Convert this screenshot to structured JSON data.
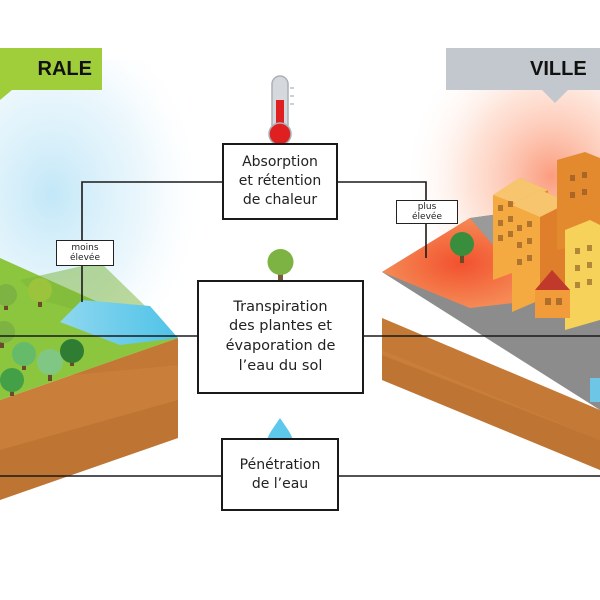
{
  "labels": {
    "rural": "RALE",
    "city": "VILLE"
  },
  "boxes": {
    "heat": "Absorption\net rétention\nde chaleur",
    "transpiration": "Transpiration\ndes plantes et\névaporation de\nl’eau du sol",
    "water": "Pénétration\nde l’eau"
  },
  "notes": {
    "lower": "moins\nélevée",
    "higher": "plus\nélevée"
  },
  "icons": [
    "thermometer-icon",
    "tree-icon",
    "water-drop-icon"
  ],
  "colors": {
    "rural_tag": "#9fce3a",
    "city_tag": "#c2c8cd",
    "grass": "#8cc63f",
    "soil": "#c97e3a",
    "heat": "#e8442c",
    "building": "#f0a045"
  }
}
